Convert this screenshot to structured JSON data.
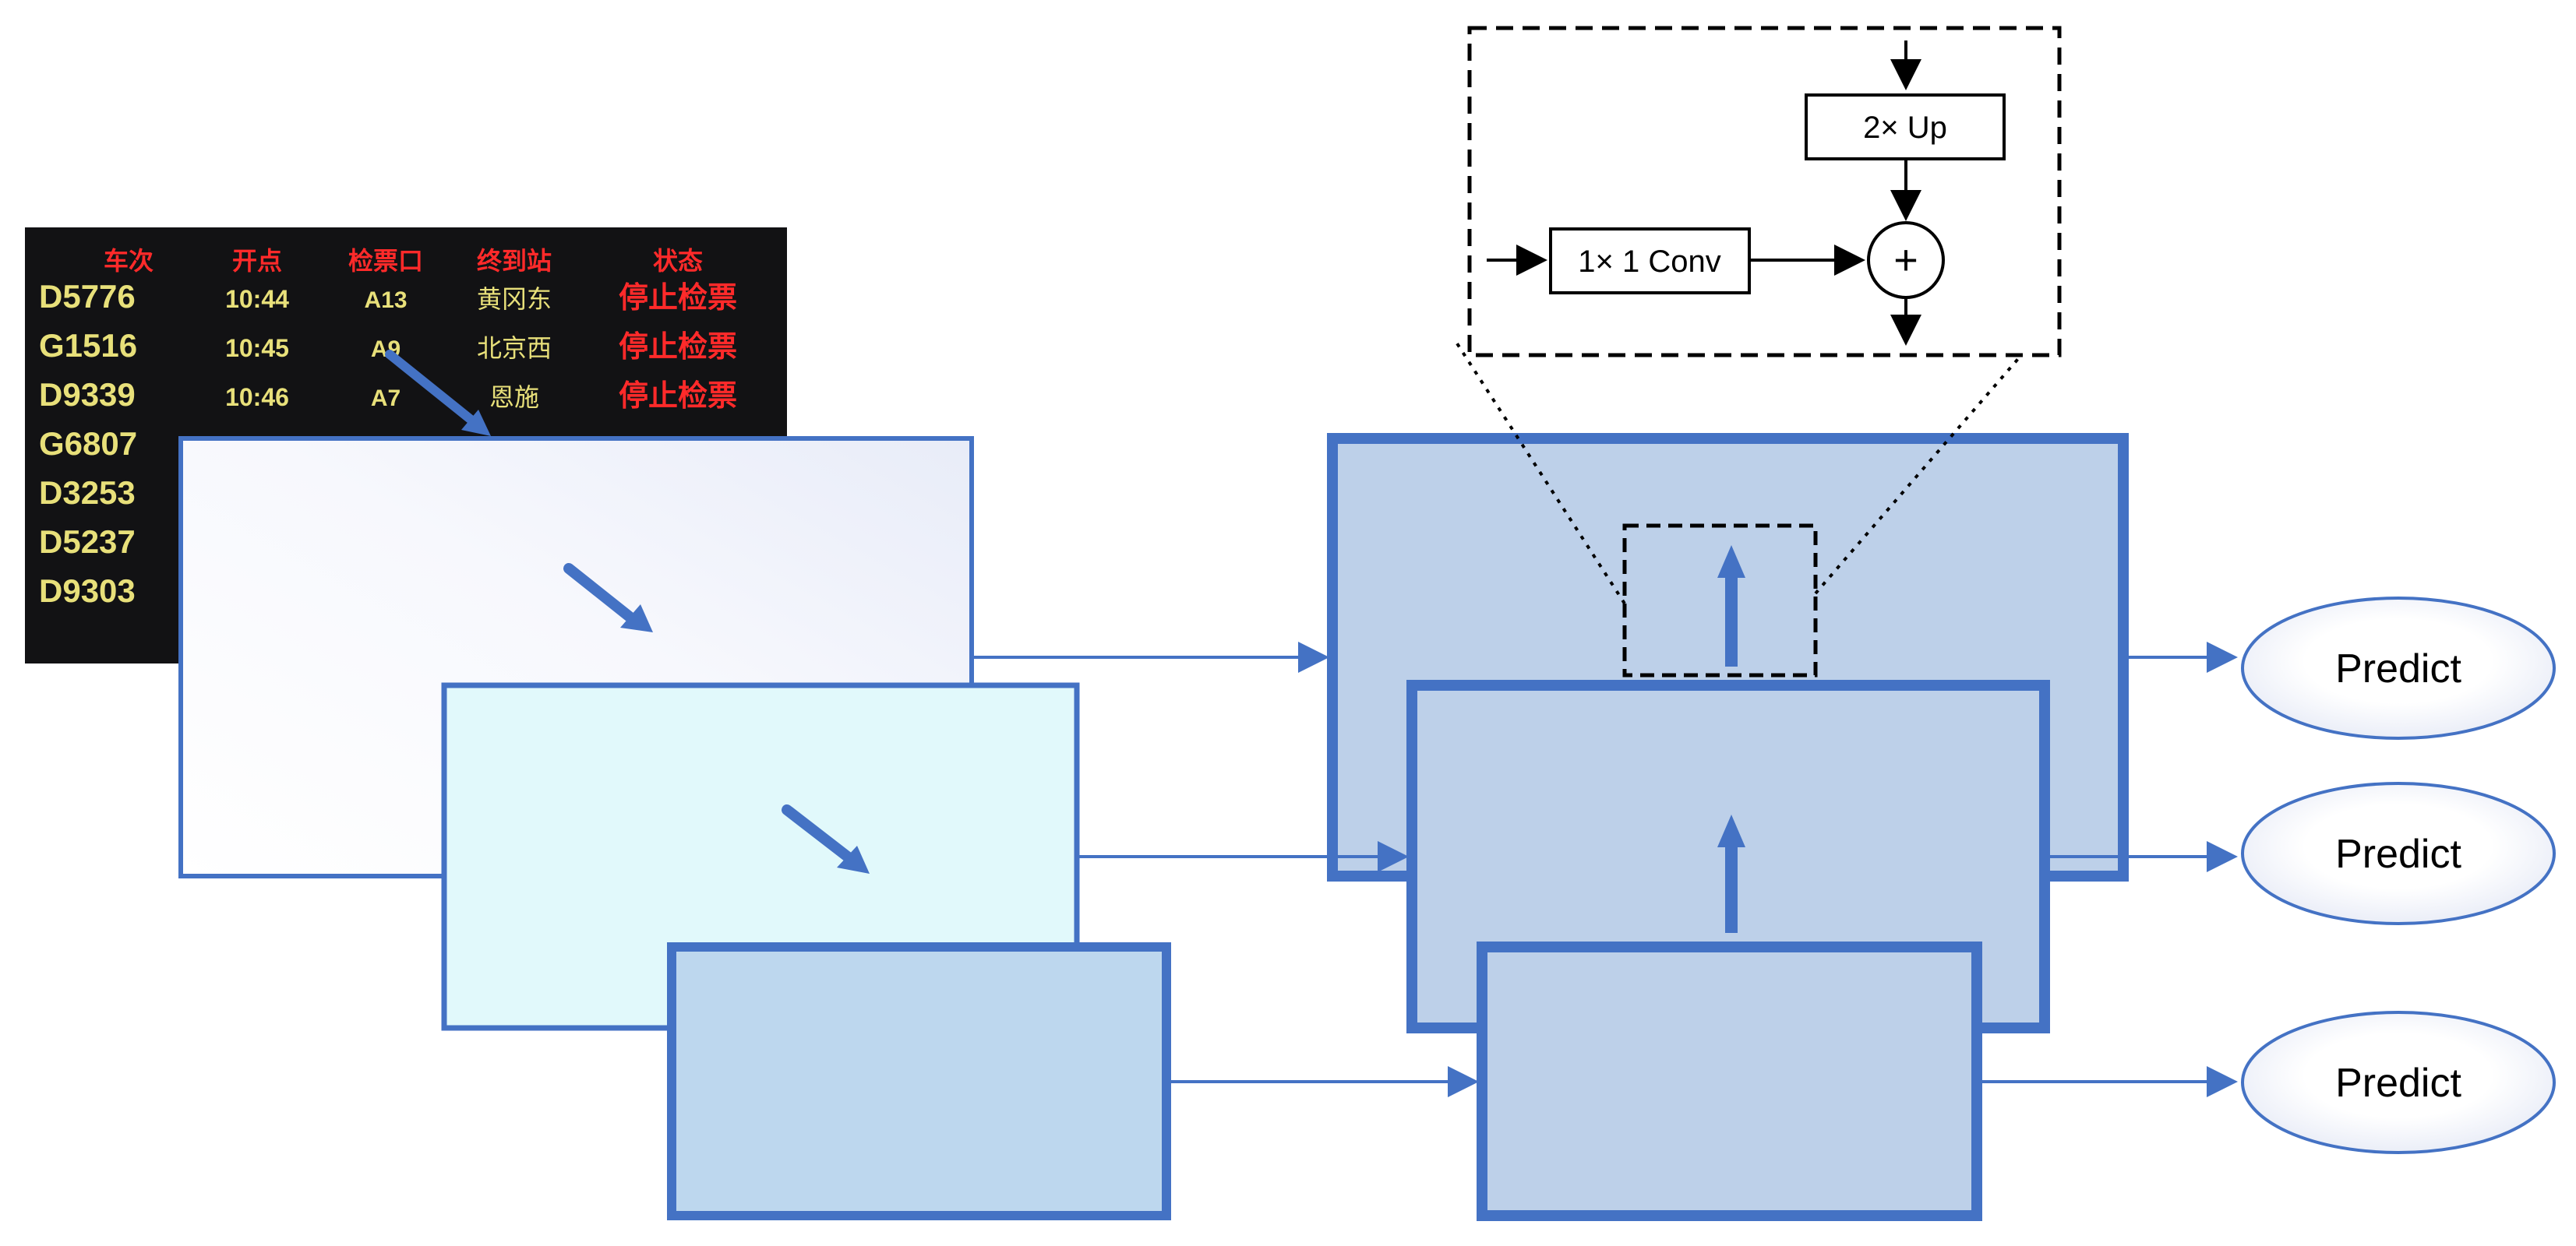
{
  "board": {
    "headers": [
      "车次",
      "开点",
      "检票口",
      "终到站",
      "状态"
    ],
    "rows": [
      {
        "train": "D5776",
        "time": "10:44",
        "gate": "A13",
        "dest": "黄冈东",
        "status": "停止检票"
      },
      {
        "train": "G1516",
        "time": "10:45",
        "gate": "A9",
        "dest": "北京西",
        "status": "停止检票"
      },
      {
        "train": "D9339",
        "time": "10:46",
        "gate": "A7",
        "dest": "恩施",
        "status": "停止检票"
      },
      {
        "train": "G6807",
        "time": "",
        "gate": "",
        "dest": "",
        "status": ""
      },
      {
        "train": "D3253",
        "time": "",
        "gate": "",
        "dest": "",
        "status": ""
      },
      {
        "train": "D5237",
        "time": "",
        "gate": "",
        "dest": "",
        "status": ""
      },
      {
        "train": "D9303",
        "time": "",
        "gate": "",
        "dest": "",
        "status": ""
      }
    ]
  },
  "inset": {
    "upsample_label": "2× Up",
    "conv_label": "1× 1 Conv",
    "add_symbol": "+"
  },
  "outputs": {
    "top": "Predict",
    "middle": "Predict",
    "bottom": "Predict"
  },
  "colors": {
    "stroke_blue": "#4472c4",
    "level_fill": "#bdd0e9",
    "bottom_up_top_fill": "#f4f6fd",
    "bottom_up_mid_fill": "#e1f9fb",
    "bottom_up_low_fill": "#bdd7ee"
  }
}
